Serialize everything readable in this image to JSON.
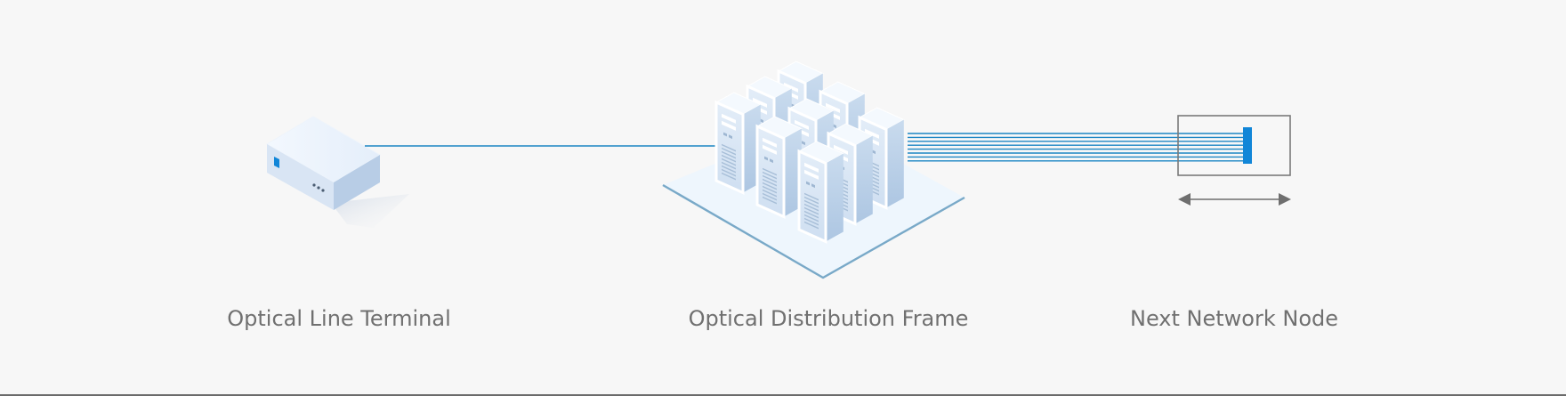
{
  "labels": {
    "olt": "Optical Line Terminal",
    "odf": "Optical Distribution Frame",
    "node": "Next Network Node"
  },
  "colors": {
    "background": "#f7f7f7",
    "fiber": "#1b86c4",
    "accent": "#1186d8",
    "label": "#707070",
    "outline": "#7a7a7a",
    "rack_top": "#eaf3fc",
    "rack_front": "#d6e4f4",
    "rack_side": "#b9cfe6",
    "platform": "#eef6fd",
    "platform_edge": "#79a9c8"
  },
  "icons": {
    "olt": "olt-device-icon",
    "odf": "server-rack-cluster-icon",
    "node": "network-node-icon",
    "range": "double-arrow-icon"
  }
}
